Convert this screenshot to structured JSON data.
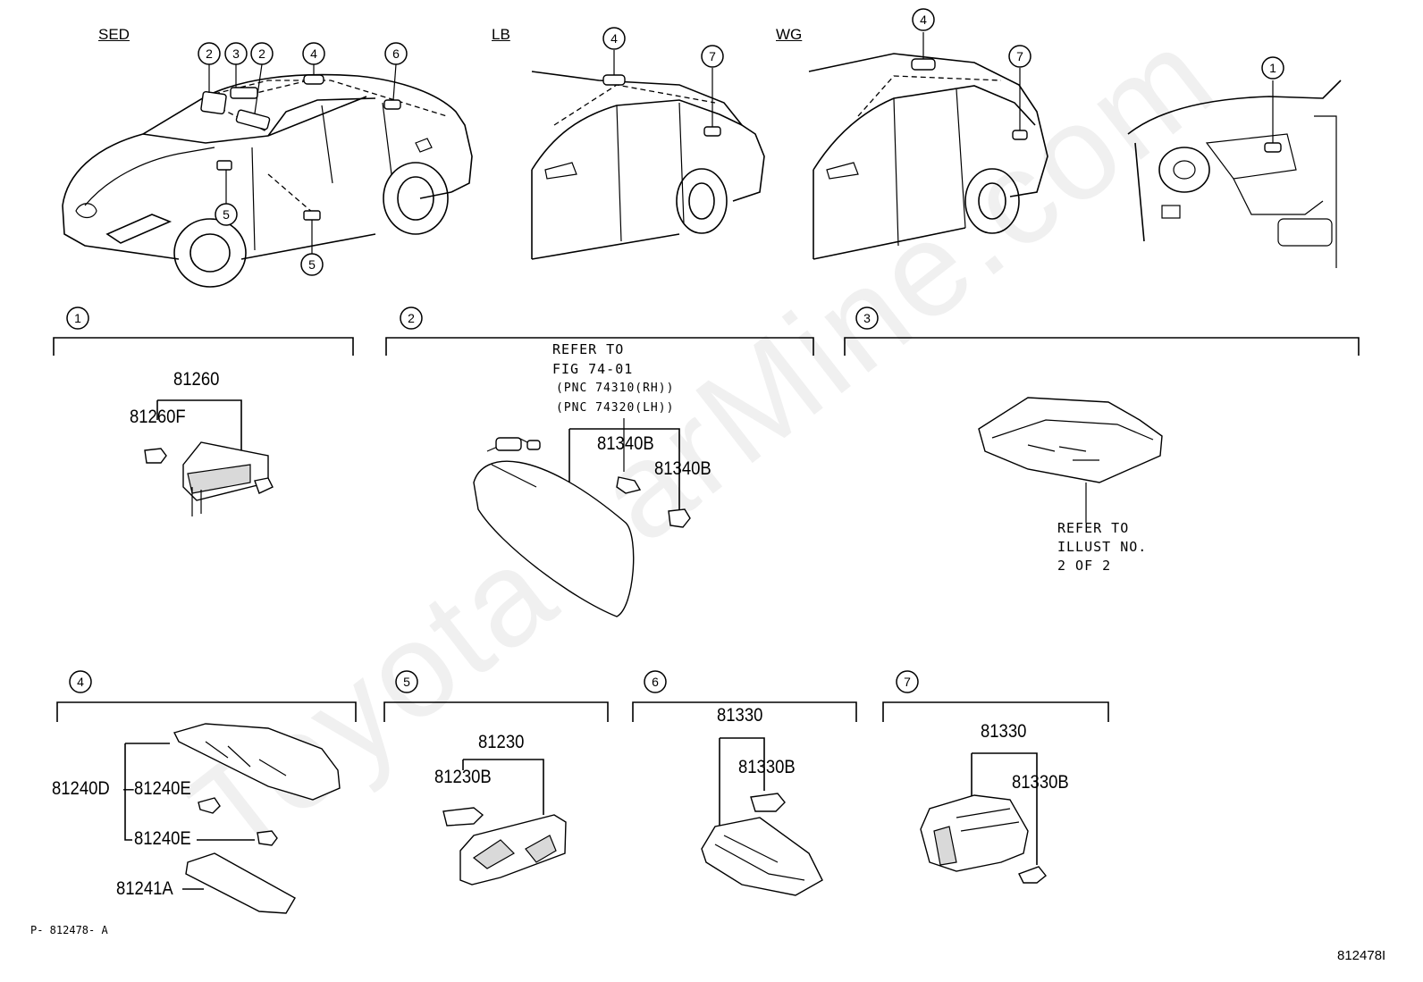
{
  "watermark": "ToyotaCarMine.com",
  "variants": {
    "sedan": "SED",
    "liftback": "LB",
    "wagon": "WG"
  },
  "sections": [
    {
      "num": "1"
    },
    {
      "num": "2"
    },
    {
      "num": "3"
    },
    {
      "num": "4"
    },
    {
      "num": "5"
    },
    {
      "num": "6"
    },
    {
      "num": "7"
    }
  ],
  "callouts": {
    "sed": [
      "2",
      "3",
      "2",
      "4",
      "6",
      "5",
      "5"
    ],
    "lb": [
      "4",
      "7"
    ],
    "wg": [
      "4",
      "7"
    ],
    "dash": [
      "1"
    ]
  },
  "parts": {
    "s1_assy": "81260",
    "s1_bulb": "81260F",
    "s2_bulb_a": "81340B",
    "s2_bulb_b": "81340B",
    "s4_lens": "81240D",
    "s4_bulb_a": "81240E",
    "s4_bulb_b": "81240E",
    "s4_cover": "81241A",
    "s5_assy": "81230",
    "s5_bulb": "81230B",
    "s6_assy": "81330",
    "s6_bulb": "81330B",
    "s7_assy": "81330",
    "s7_bulb": "81330B"
  },
  "notes": {
    "s2_refer_1": "REFER TO",
    "s2_refer_2": "FIG 74-01",
    "s2_pnc_rh": "(PNC 74310(RH))",
    "s2_pnc_lh": "(PNC 74320(LH))",
    "s3_refer_1": "REFER TO",
    "s3_refer_2": "ILLUST NO.",
    "s3_refer_3": "2 OF 2"
  },
  "footer": {
    "ref_code": "P- 812478- A",
    "page_id": "812478I"
  }
}
